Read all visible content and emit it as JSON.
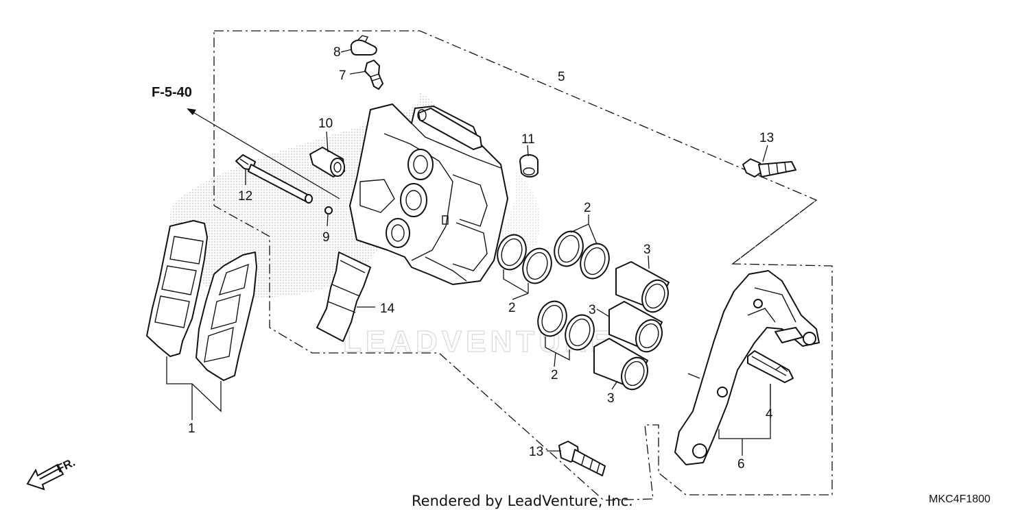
{
  "diagram": {
    "reference_label": "F-5-40",
    "front_label": "FR.",
    "watermark": "LEADVENTURE",
    "credit": "Rendered by LeadVenture, Inc.",
    "diagram_code": "MKC4F1800"
  },
  "callouts": {
    "c1": "1",
    "c2a": "2",
    "c2b": "2",
    "c2c": "2",
    "c3a": "3",
    "c3b": "3",
    "c3c": "3",
    "c4": "4",
    "c5": "5",
    "c6": "6",
    "c7": "7",
    "c8": "8",
    "c9": "9",
    "c10": "10",
    "c11": "11",
    "c12": "12",
    "c13a": "13",
    "c13b": "13",
    "c14": "14"
  }
}
